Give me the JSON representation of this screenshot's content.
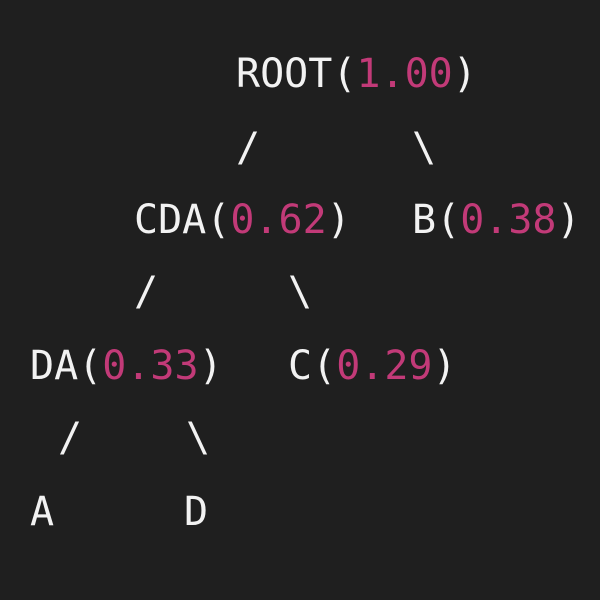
{
  "colors": {
    "background": "#1f1f1f",
    "text": "#f2f2f2",
    "value": "#c23a78"
  },
  "tree": {
    "root": {
      "name": "ROOT",
      "value": "1.00"
    },
    "level1": [
      {
        "name": "CDA",
        "value": "0.62"
      },
      {
        "name": "B",
        "value": "0.38"
      }
    ],
    "level2": [
      {
        "name": "DA",
        "value": "0.33"
      },
      {
        "name": "C",
        "value": "0.29"
      }
    ],
    "leaves": [
      {
        "name": "A"
      },
      {
        "name": "D"
      }
    ]
  }
}
